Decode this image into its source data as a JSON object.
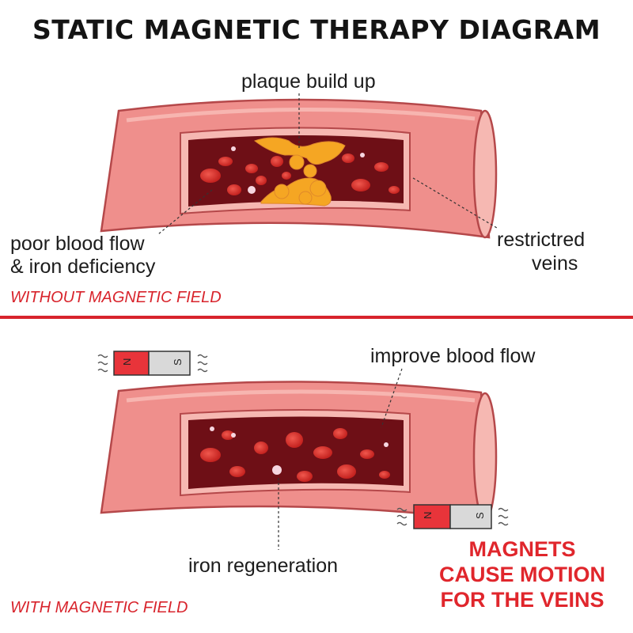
{
  "title": "STATIC MAGNETIC THERAPY DIAGRAM",
  "without": {
    "plaque_label": "plaque build up",
    "poor_flow_line1": "poor blood flow",
    "poor_flow_line2": "& iron deficiency",
    "restricted_line1": "restrictred",
    "restricted_line2": "veins",
    "section_label": "WITHOUT MAGNETIC FIELD"
  },
  "with": {
    "improve_label": "improve blood flow",
    "iron_label": "iron regeneration",
    "section_label": "WITH MAGNETIC FIELD",
    "tagline_line1": "MAGNETS",
    "tagline_line2": "CAUSE MOTION",
    "tagline_line3": "FOR THE VEINS"
  },
  "magnets": {
    "north": "N",
    "south": "S"
  },
  "colors": {
    "accent_red": "#d8242c",
    "vein_wall": "#ef8f8c",
    "vein_inner": "#f6b8b2",
    "blood": "#6e0f16",
    "cell": "#d9342e",
    "plaque": "#f5a623",
    "magnet_red": "#e8343a",
    "magnet_gray": "#d9d9d9"
  }
}
